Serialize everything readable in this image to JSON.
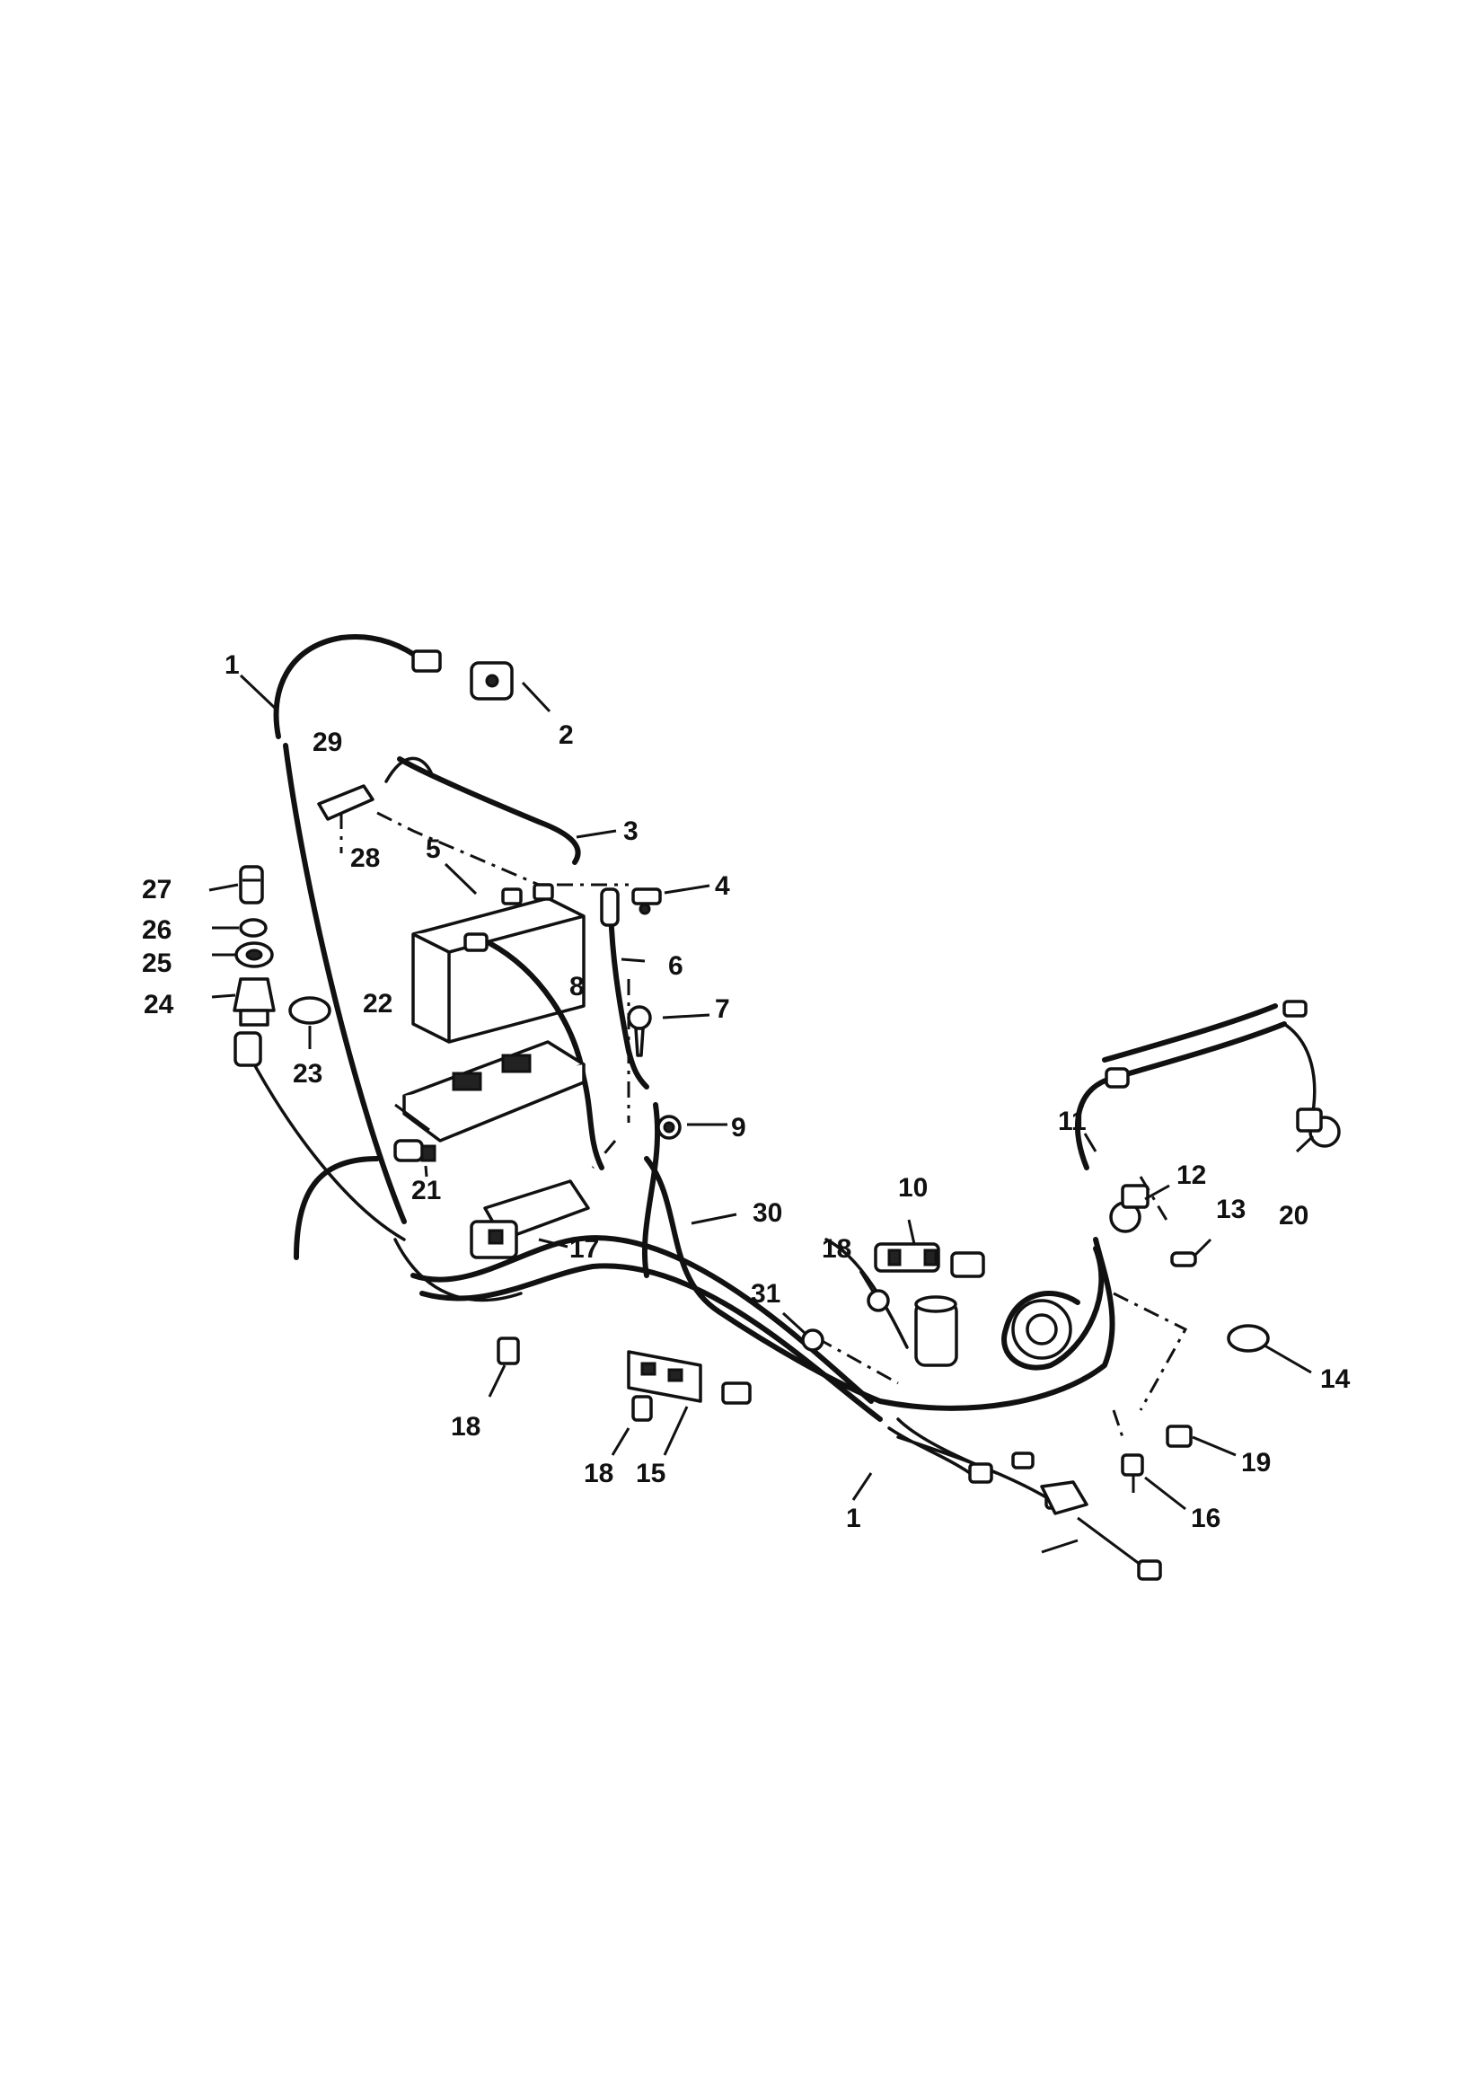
{
  "callouts": [
    "1",
    "2",
    "29",
    "3",
    "5",
    "28",
    "27",
    "4",
    "26",
    "8",
    "6",
    "25",
    "24",
    "7",
    "22",
    "23",
    "9",
    "11",
    "21",
    "12",
    "30",
    "10",
    "13",
    "20",
    "17",
    "18",
    "31",
    "14",
    "19",
    "15",
    "16"
  ]
}
